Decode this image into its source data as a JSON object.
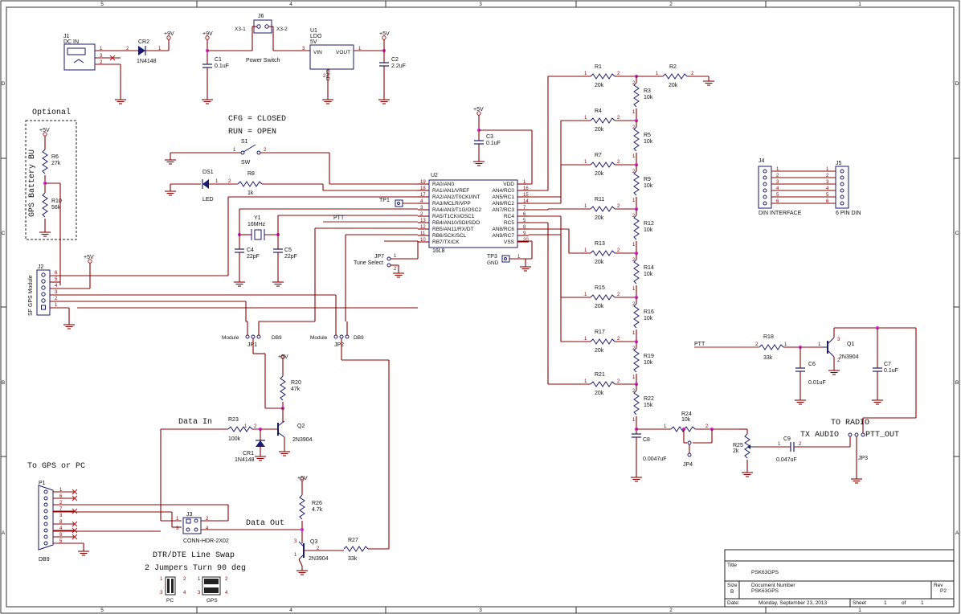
{
  "title_block": {
    "title_label": "Title",
    "title": "PSK63GPS",
    "size_label": "Size",
    "size": "B",
    "docnum_label": "Document Number",
    "docnum": "PSK63GPS",
    "rev_label": "Rev",
    "rev": "P2",
    "date_label": "Date:",
    "date": "Monday, September 23, 2013",
    "sheet_label": "Sheet",
    "sheet": "1",
    "of_label": "of",
    "of": "1"
  },
  "border": {
    "cols": [
      "5",
      "4",
      "3",
      "2",
      "1"
    ],
    "rows": [
      "D",
      "C",
      "B",
      "A"
    ]
  },
  "notes": {
    "optional": "Optional",
    "cfg": "CFG = CLOSED",
    "run": "RUN = OPEN",
    "to_gps": "To GPS or PC",
    "data_in": "Data In",
    "data_out": "Data Out",
    "to_radio": "TO RADIO",
    "tx_audio": "TX AUDIO",
    "ptt_out": "PTT_OUT",
    "swap1": "DTR/DTE Line Swap",
    "swap2": "2 Jumpers Turn 90 deg",
    "gps_battery": "GPS Battery BU",
    "sf_gps": "SF GPS Module",
    "ptt": "PTT"
  },
  "components": {
    "J1": {
      "ref": "J1",
      "value": "DC IN"
    },
    "CR2": {
      "ref": "CR2",
      "value": "1N4148"
    },
    "J6": {
      "ref": "J6",
      "value": "Power Switch",
      "p1": "X3-1",
      "p2": "X3-2"
    },
    "U1": {
      "ref": "U1",
      "value": "LDO",
      "value2": "5V",
      "vin": "VIN",
      "vout": "VOUT",
      "gnd": "GND"
    },
    "C1": {
      "ref": "C1",
      "value": "0.1uF"
    },
    "C2": {
      "ref": "C2",
      "value": "2.2uF"
    },
    "S1": {
      "ref": "S1",
      "value": "SW"
    },
    "DS1": {
      "ref": "DS1",
      "value": "LED"
    },
    "R8": {
      "ref": "R8",
      "value": "1k"
    },
    "R6": {
      "ref": "R6",
      "value": "27k"
    },
    "R10": {
      "ref": "R10",
      "value": "56k"
    },
    "Y1": {
      "ref": "Y1",
      "value": "16MHz"
    },
    "C3": {
      "ref": "C3",
      "value": "0.1uF"
    },
    "C4": {
      "ref": "C4",
      "value": "22pF"
    },
    "C5": {
      "ref": "C5",
      "value": "22pF"
    },
    "TP1": {
      "ref": "TP1"
    },
    "TP3": {
      "ref": "TP3",
      "value": "GND"
    },
    "JP7": {
      "ref": "JP7",
      "value": "Tune Select"
    },
    "U2": {
      "ref": "U2",
      "value": "16L8",
      "left_pins": [
        {
          "name": "RA0/AN0",
          "num": "19"
        },
        {
          "name": "RA1/AN1/VREF",
          "num": "18"
        },
        {
          "name": "RA2/AN2/T0CKI/INT",
          "num": "17"
        },
        {
          "name": "RA3/MCLR/VPP",
          "num": "4"
        },
        {
          "name": "RA4/AN3/T1G/OSC2",
          "num": "3"
        },
        {
          "name": "RA5/T1CKI/OSC1",
          "num": "2"
        },
        {
          "name": "RB4/AN10/SDI/SDO",
          "num": "13"
        },
        {
          "name": "RB5/AN11/RX/DT",
          "num": "12"
        },
        {
          "name": "RB6/SCK/SCL",
          "num": "11"
        },
        {
          "name": "RB7/TX/CK",
          "num": "10"
        }
      ],
      "right_pins": [
        {
          "name": "VDD",
          "num": "1"
        },
        {
          "name": "AN4/RC0",
          "num": "16"
        },
        {
          "name": "AN5/RC1",
          "num": "15"
        },
        {
          "name": "AN6/RC2",
          "num": "14"
        },
        {
          "name": "AN7/RC3",
          "num": "7"
        },
        {
          "name": "RC4",
          "num": "6"
        },
        {
          "name": "RC5",
          "num": "5"
        },
        {
          "name": "AN8/RC6",
          "num": "8"
        },
        {
          "name": "AN9/RC7",
          "num": "9"
        },
        {
          "name": "VSS",
          "num": "20"
        }
      ]
    },
    "R_ladder_left": [
      {
        "ref": "R1",
        "value": "20k"
      },
      {
        "ref": "R4",
        "value": "20k"
      },
      {
        "ref": "R7",
        "value": "20k"
      },
      {
        "ref": "R11",
        "value": "20k"
      },
      {
        "ref": "R13",
        "value": "20k"
      },
      {
        "ref": "R15",
        "value": "20k"
      },
      {
        "ref": "R17",
        "value": "20k"
      },
      {
        "ref": "R21",
        "value": "20k"
      }
    ],
    "R_ladder_right": [
      {
        "ref": "R3",
        "value": "10k"
      },
      {
        "ref": "R5",
        "value": "10k"
      },
      {
        "ref": "R9",
        "value": "10k"
      },
      {
        "ref": "R12",
        "value": "10k"
      },
      {
        "ref": "R14",
        "value": "10k"
      },
      {
        "ref": "R16",
        "value": "10k"
      },
      {
        "ref": "R19",
        "value": "10k"
      },
      {
        "ref": "R22",
        "value": "15k"
      }
    ],
    "R2": {
      "ref": "R2",
      "value": "20k"
    },
    "C8": {
      "ref": "C8",
      "value": "0.0047uF"
    },
    "R24": {
      "ref": "R24",
      "value": "10k"
    },
    "JP4": {
      "ref": "JP4"
    },
    "R25": {
      "ref": "R25",
      "value": "2k"
    },
    "C9": {
      "ref": "C9",
      "value": "0.047uF"
    },
    "JP3": {
      "ref": "JP3"
    },
    "J4": {
      "ref": "J4",
      "value": "DIN INTERFACE"
    },
    "J5": {
      "ref": "J5",
      "value": "6 PIN DIN"
    },
    "R18": {
      "ref": "R18",
      "value": "33k"
    },
    "C6": {
      "ref": "C6",
      "value": "0.01uF"
    },
    "Q1": {
      "ref": "Q1",
      "value": "2N3904"
    },
    "C7": {
      "ref": "C7",
      "value": "0.1uF"
    },
    "J2": {
      "ref": "J2"
    },
    "JP1": {
      "ref": "JP1",
      "left": "Module",
      "right": "DB9"
    },
    "JP2": {
      "ref": "JP2",
      "left": "Module",
      "right": "DB9"
    },
    "R20": {
      "ref": "R20",
      "value": "47k"
    },
    "R23": {
      "ref": "R23",
      "value": "100k"
    },
    "CR1": {
      "ref": "CR1",
      "value": "1N4148"
    },
    "Q2": {
      "ref": "Q2",
      "value": "2N3904"
    },
    "P1": {
      "ref": "P1",
      "value": "DB9"
    },
    "J3": {
      "ref": "J3",
      "value": "CONN-HDR-2X02"
    },
    "R26": {
      "ref": "R26",
      "value": "4.7k"
    },
    "Q3": {
      "ref": "Q3",
      "value": "2N3904"
    },
    "R27": {
      "ref": "R27",
      "value": "33k"
    },
    "jumper_pc": "PC",
    "jumper_gps": "GPS"
  },
  "power": {
    "plus9": "+9V",
    "plus5": "+5V"
  }
}
